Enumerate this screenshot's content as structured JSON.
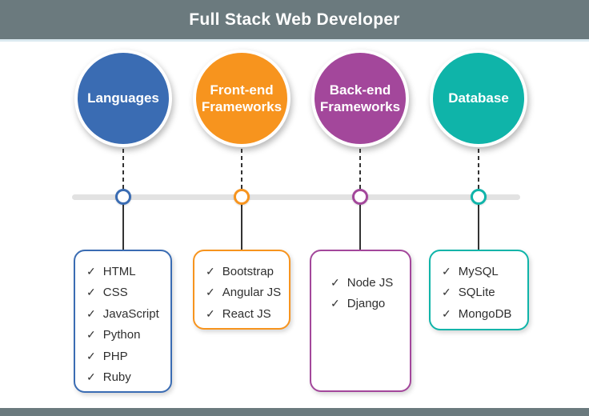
{
  "header": {
    "title": "Full Stack Web Developer"
  },
  "icons": {
    "check": "✓"
  },
  "colors": {
    "header_bg": "#6b7a7e",
    "timeline_bar": "#e2e2e2",
    "connector": "#333333",
    "blue": "#3a6cb3",
    "orange": "#f7941e",
    "purple": "#a3479b",
    "teal": "#0fb4a9"
  },
  "columns": [
    {
      "label": "Languages",
      "color": "#3a6cb3",
      "items": [
        "HTML",
        "CSS",
        "JavaScript",
        "Python",
        "PHP",
        "Ruby"
      ]
    },
    {
      "label": "Front-end Frameworks",
      "color": "#f7941e",
      "items": [
        "Bootstrap",
        "Angular JS",
        "React JS"
      ]
    },
    {
      "label": "Back-end Frameworks",
      "color": "#a3479b",
      "items": [
        "Node JS",
        "Django"
      ]
    },
    {
      "label": "Database",
      "color": "#0fb4a9",
      "items": [
        "MySQL",
        "SQLite",
        "MongoDB"
      ]
    }
  ]
}
